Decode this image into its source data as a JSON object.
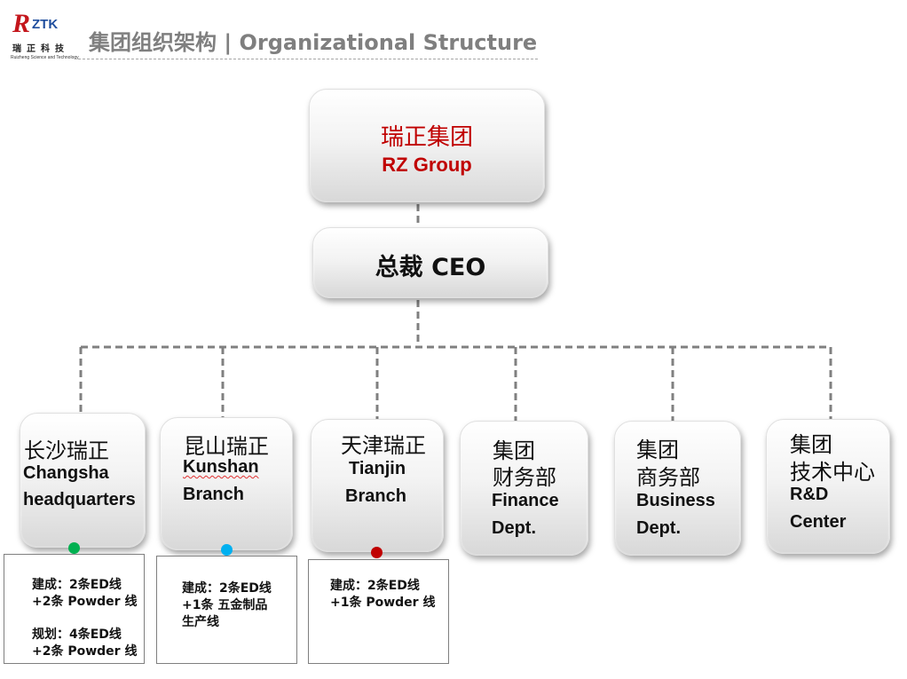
{
  "logo": {
    "mark_r": "R",
    "mark_text": "ZTK",
    "cn": "瑞正科技",
    "en": "Ruizheng Science and Technology"
  },
  "title": "集团组织架构 | Organizational Structure",
  "root": {
    "cn": "瑞正集团",
    "en": "RZ Group"
  },
  "ceo": {
    "label": "总裁 CEO"
  },
  "branches": [
    {
      "lines": [
        "长沙瑞正",
        "Changsha",
        "headquarters"
      ]
    },
    {
      "lines": [
        "昆山瑞正",
        "Kunshan",
        "Branch"
      ]
    },
    {
      "lines": [
        "天津瑞正",
        "Tianjin",
        "Branch"
      ]
    },
    {
      "lines": [
        "集团",
        "财务部",
        "Finance",
        "Dept."
      ]
    },
    {
      "lines": [
        "集团",
        "商务部",
        "Business",
        "Dept."
      ]
    },
    {
      "lines": [
        "集团",
        "技术中心",
        "R&D",
        "Center"
      ]
    }
  ],
  "notes": [
    {
      "lines": [
        "建成：2条ED线",
        "+2条 Powder 线",
        "规划：4条ED线",
        "+2条 Powder 线"
      ]
    },
    {
      "lines": [
        "建成：2条ED线",
        "+1条 五金制品",
        "生产线"
      ]
    },
    {
      "lines": [
        "建成：2条ED线",
        "+1条 Powder 线"
      ]
    }
  ],
  "colors": {
    "root_text": "#c00000",
    "dot_changsha": "#00b050",
    "dot_kunshan": "#00b0f0",
    "dot_tianjin": "#c00000",
    "connector": "#808080"
  }
}
